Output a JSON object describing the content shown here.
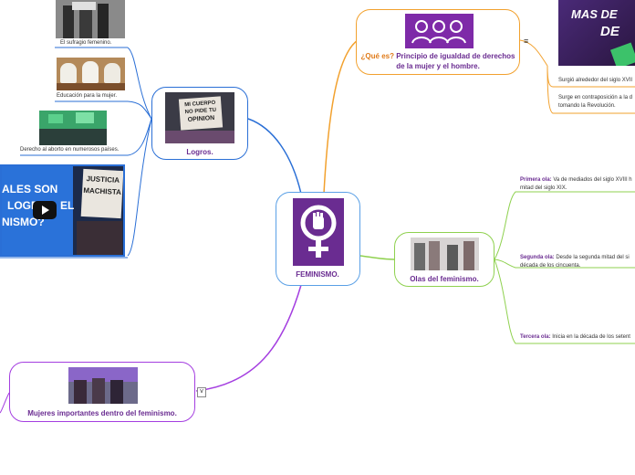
{
  "central": {
    "title": "FEMINISMO."
  },
  "logros": {
    "title": "Logros.",
    "photo_sign_line1": "MI CUERPO",
    "photo_sign_line2": "NO PIDE TU",
    "photo_sign_line3": "OPINION",
    "items": [
      "El sufragio femenino.",
      "Educación para la mujer.",
      "Derecho al aborto en numerosos países."
    ],
    "video": {
      "line1": "ALES SON",
      "line2": "LOGR",
      "line3": "EL",
      "line4": "NISMO?",
      "sign1": "JUSTICIA",
      "sign2": "MACHISTA"
    }
  },
  "que_es": {
    "question": "¿Qué es?",
    "title": "Principio de igualdad de derechos de la mujer y el hombre.",
    "notes_icon": "≡",
    "photo_text1": "MAS DE",
    "photo_text2": "DE",
    "items": [
      "Surgió alrededor del siglo XVII",
      "Surge en contraposición a la d tomando la Revolución."
    ]
  },
  "olas": {
    "title": "Olas del feminismo.",
    "items": [
      {
        "label": "Primera ola:",
        "text": "Va de mediados del siglo XVIII h mitad del siglo XIX."
      },
      {
        "label": "Segunda ola:",
        "text": "Desde la segunda mitad del si década de los cincuenta."
      },
      {
        "label": "Tercera ola:",
        "text": "Inicia en la década de los setent"
      }
    ]
  },
  "mujeres": {
    "title": "Mujeres importantes dentro del feminismo.",
    "collapse_icon": "v"
  },
  "colors": {
    "purple": "#6a2c91",
    "blue": "#2a6fd6",
    "orange": "#f2a12e",
    "green": "#8fd14f",
    "violet": "#a43ee0"
  }
}
